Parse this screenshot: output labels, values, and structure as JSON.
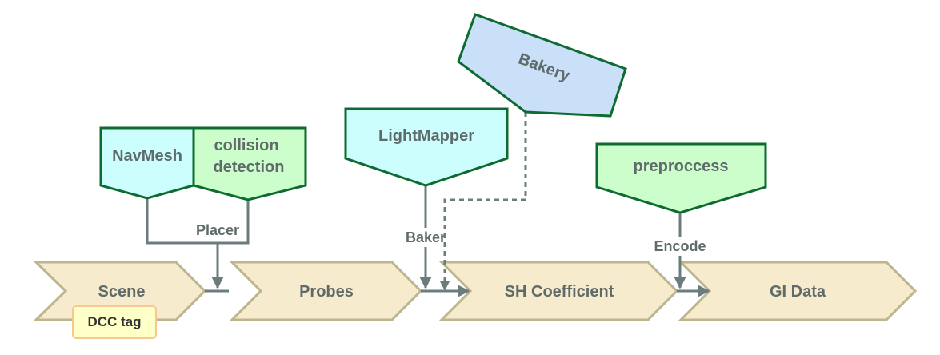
{
  "stages": [
    {
      "label": "Scene"
    },
    {
      "label": "Probes"
    },
    {
      "label": "SH Coefficient"
    },
    {
      "label": "GI Data"
    }
  ],
  "tools": {
    "navmesh": "NavMesh",
    "collision_line1": "collision",
    "collision_line2": "detection",
    "lightmapper": "LightMapper",
    "bakery": "Bakery",
    "preprocess": "preproccess"
  },
  "edge_labels": {
    "placer": "Placer",
    "baker": "Baker",
    "encode": "Encode"
  },
  "badge": "DCC tag",
  "colors": {
    "stage_fill": "#f6ebcc",
    "stage_stroke": "#bdb58e",
    "cyan_fill": "#ccfefe",
    "green_fill": "#ccfecc",
    "blue_fill": "#c9e0f8",
    "tool_stroke": "#0d6b31",
    "connector": "#6b7c7c"
  }
}
